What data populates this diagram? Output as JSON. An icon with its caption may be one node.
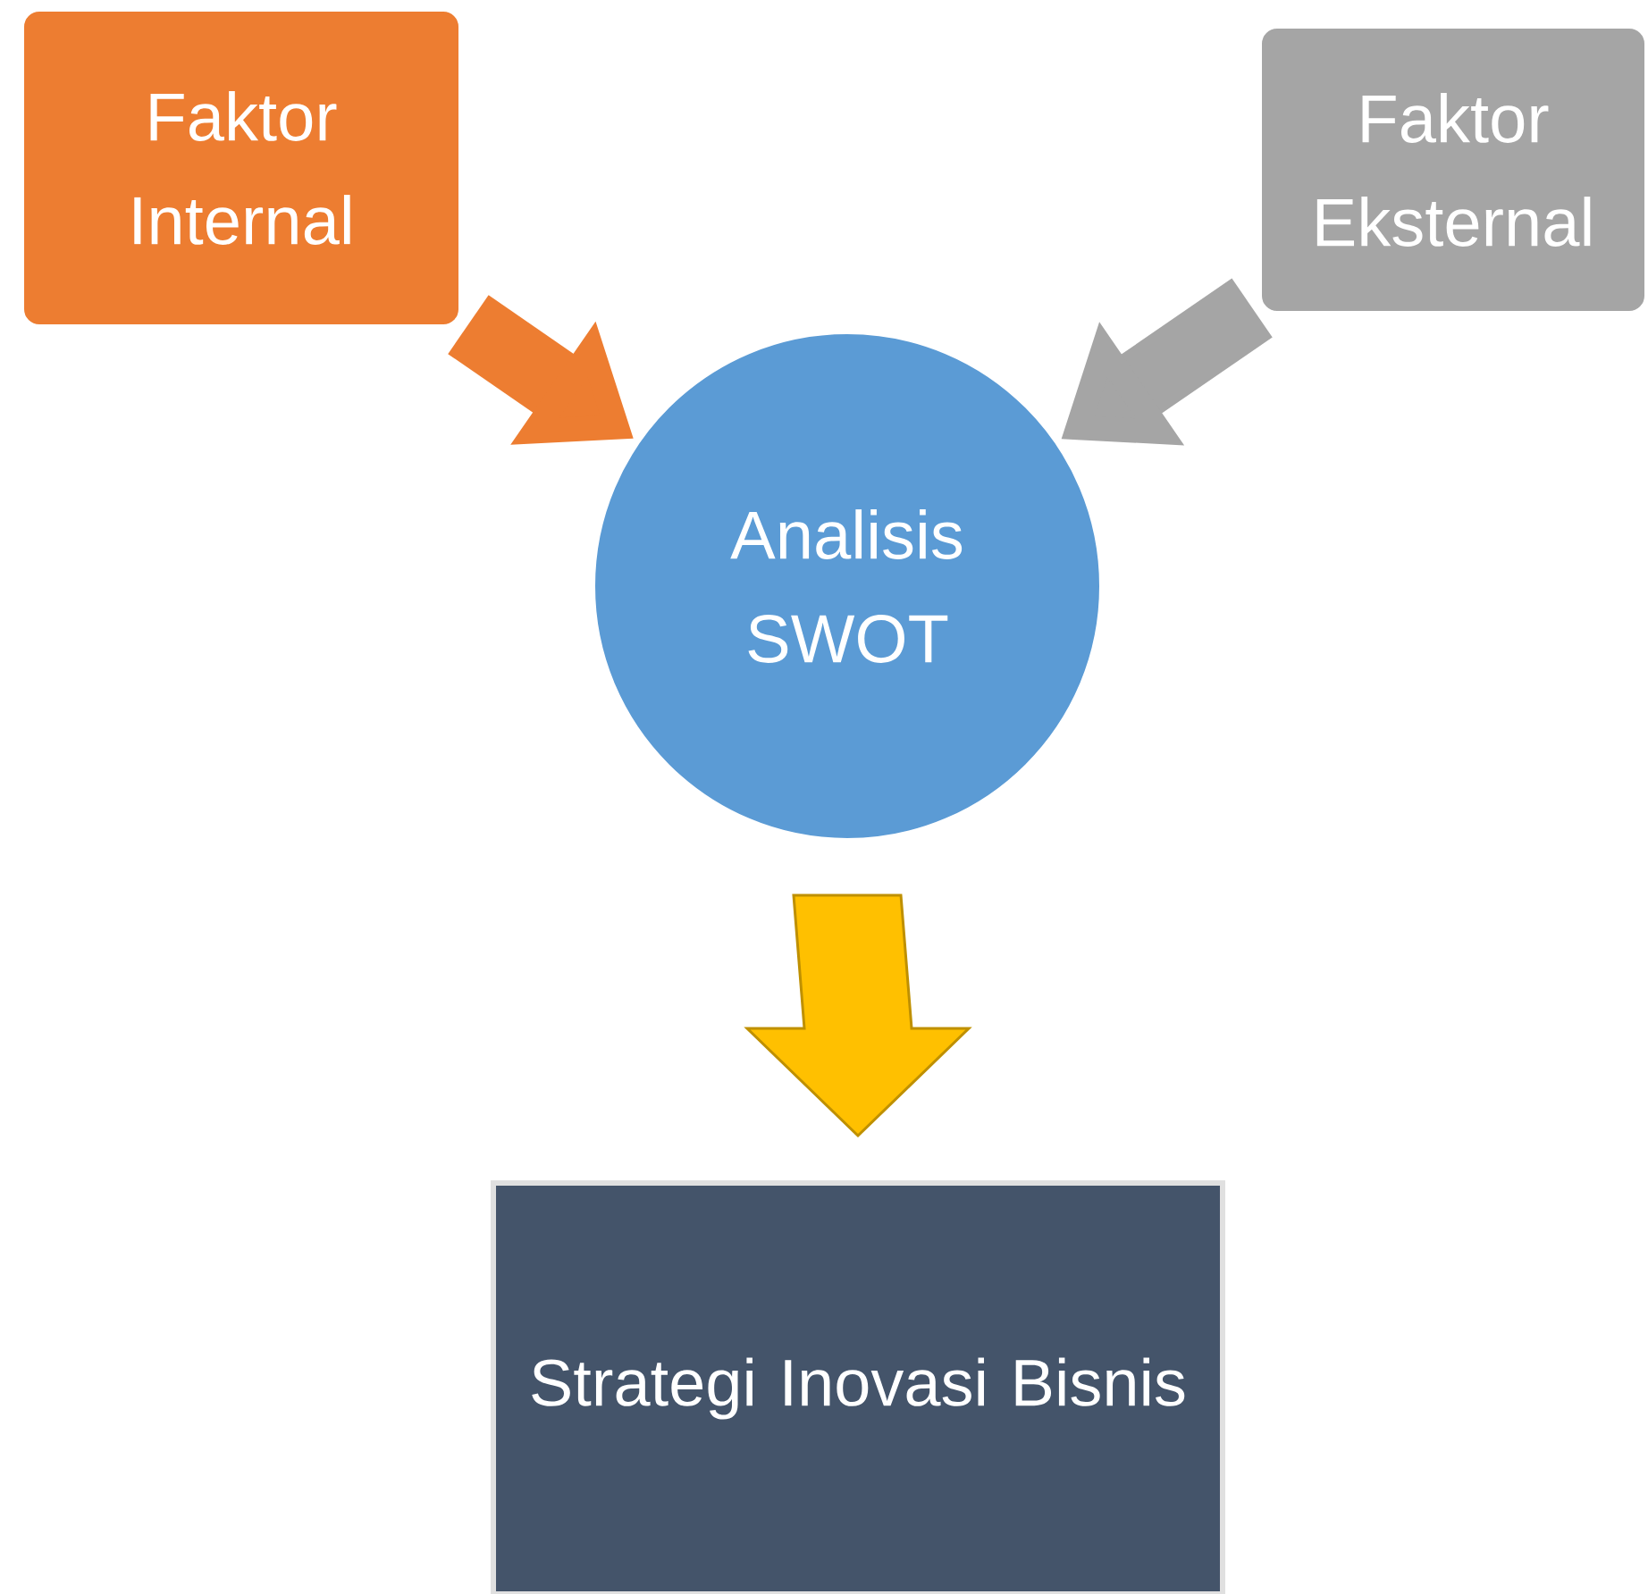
{
  "diagram": {
    "nodes": [
      {
        "text": [
          "Faktor Internal"
        ]
      },
      {
        "text": [
          "Faktor Eksternal"
        ]
      },
      {
        "text": [
          "Analisis SWOT"
        ]
      },
      {
        "text": [
          "Strategi Inovasi Bisnis"
        ]
      }
    ],
    "edges": [
      {
        "from": 0,
        "to": 2,
        "arrow": "to",
        "color": "#ed7d31"
      },
      {
        "from": 1,
        "to": 2,
        "arrow": "to",
        "color": "#a5a5a5"
      },
      {
        "from": 2,
        "to": 3,
        "arrow": "to",
        "color": "#ffc000"
      }
    ]
  }
}
